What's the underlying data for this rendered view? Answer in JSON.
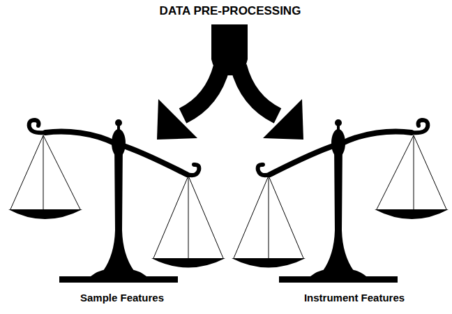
{
  "diagram": {
    "title": "DATA PRE-PROCESSING",
    "labels": [
      "Sample Features",
      "Instrument Features"
    ]
  }
}
